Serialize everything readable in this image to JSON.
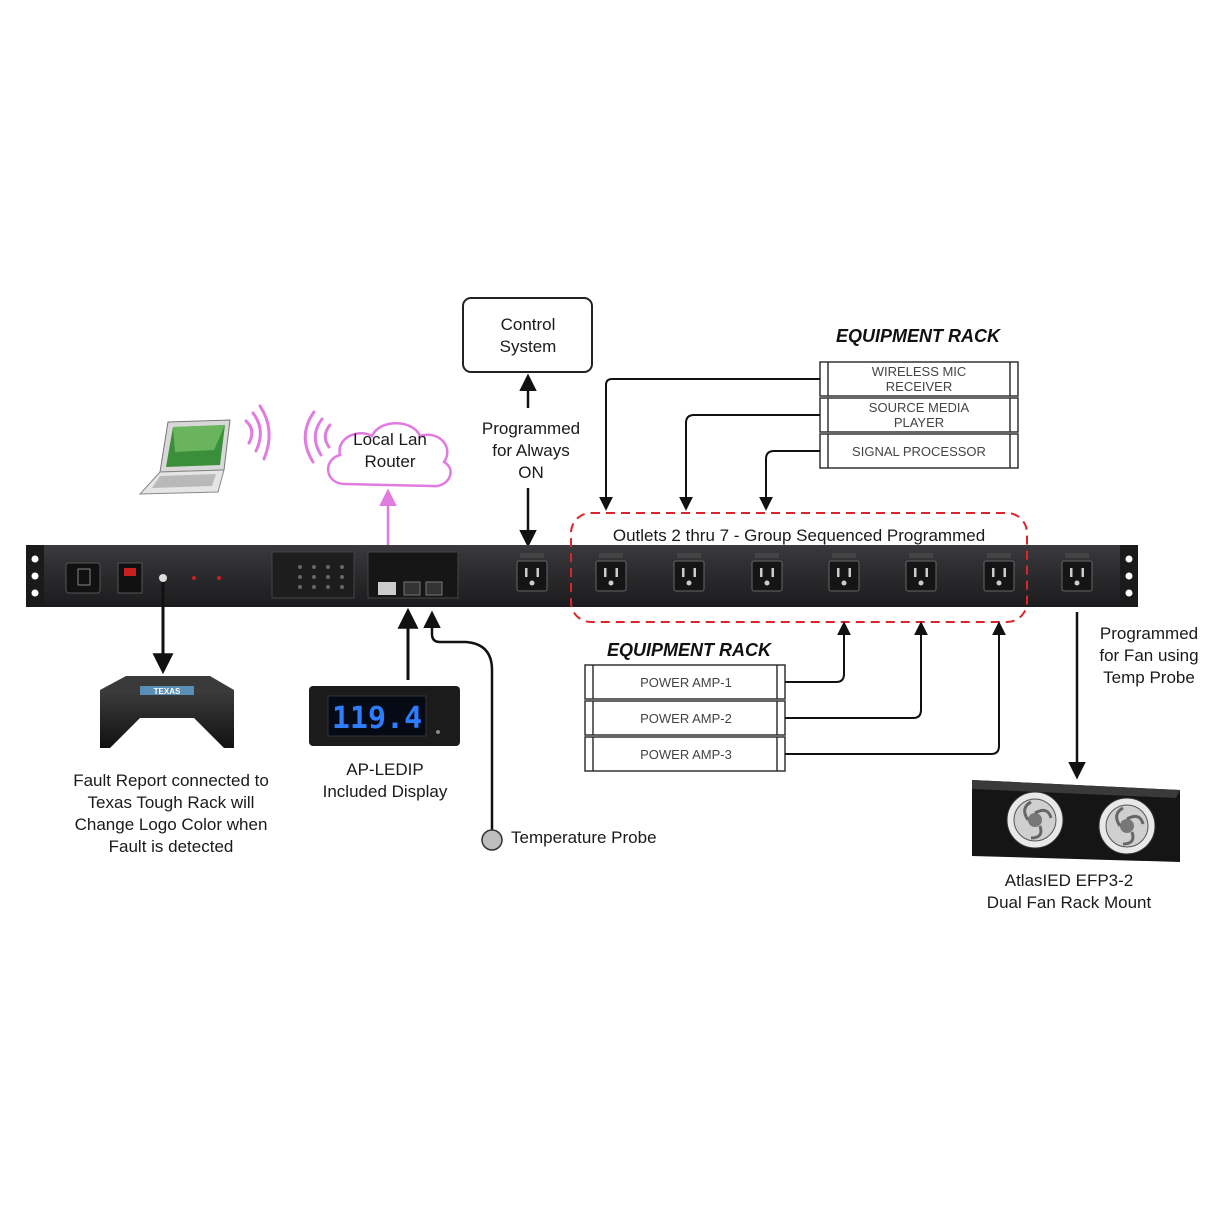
{
  "control_system": {
    "line1": "Control",
    "line2": "System"
  },
  "always_on": {
    "line1": "Programmed",
    "line2": "for Always",
    "line3": "ON"
  },
  "router": {
    "line1": "Local Lan",
    "line2": "Router"
  },
  "equipment_rack_top": {
    "title": "EQUIPMENT RACK",
    "units": [
      {
        "line1": "WIRELESS MIC",
        "line2": "RECEIVER"
      },
      {
        "line1": "SOURCE MEDIA",
        "line2": "PLAYER"
      },
      {
        "line1": "SIGNAL PROCESSOR",
        "line2": ""
      }
    ]
  },
  "outlet_group": {
    "label": "Outlets 2 thru 7 - Group Sequenced Programmed"
  },
  "equipment_rack_bottom": {
    "title": "EQUIPMENT RACK",
    "units": [
      "POWER AMP-1",
      "POWER AMP-2",
      "POWER AMP-3"
    ]
  },
  "fan_program": {
    "line1": "Programmed",
    "line2": "for Fan using",
    "line3": "Temp Probe"
  },
  "fault_report": {
    "line1": "Fault Report connected to",
    "line2": "Texas Tough Rack will",
    "line3": "Change Logo Color when",
    "line4": "Fault is detected",
    "logo_text": "TEXAS"
  },
  "display": {
    "reading": "119.4",
    "line1": "AP-LEDIP",
    "line2": "Included Display"
  },
  "temp_probe": {
    "label": "Temperature Probe"
  },
  "fan": {
    "line1": "AtlasIED EFP3-2",
    "line2": "Dual Fan Rack Mount"
  },
  "colors": {
    "arrow": "#111111",
    "router_link": "#e07be0",
    "group_border": "#d9262b",
    "pdu_body": "#2b2b2e"
  }
}
